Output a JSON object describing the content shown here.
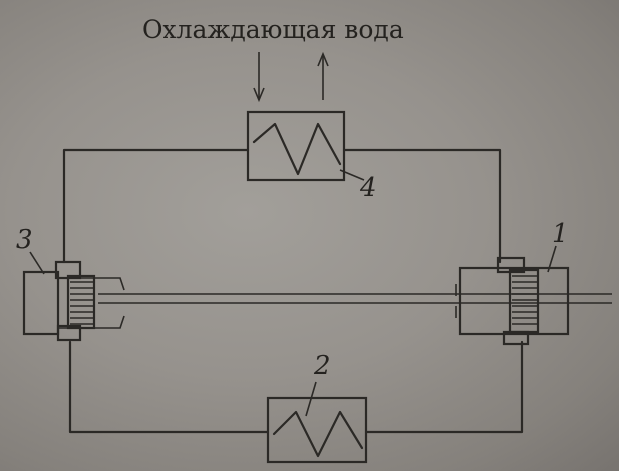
{
  "title": "Охлаждающая вода",
  "labels": {
    "evaporator": "1",
    "heater": "2",
    "condenser": "3",
    "cooler": "4"
  },
  "colors": {
    "ink": "#2b2926",
    "paper": "#96928d"
  }
}
